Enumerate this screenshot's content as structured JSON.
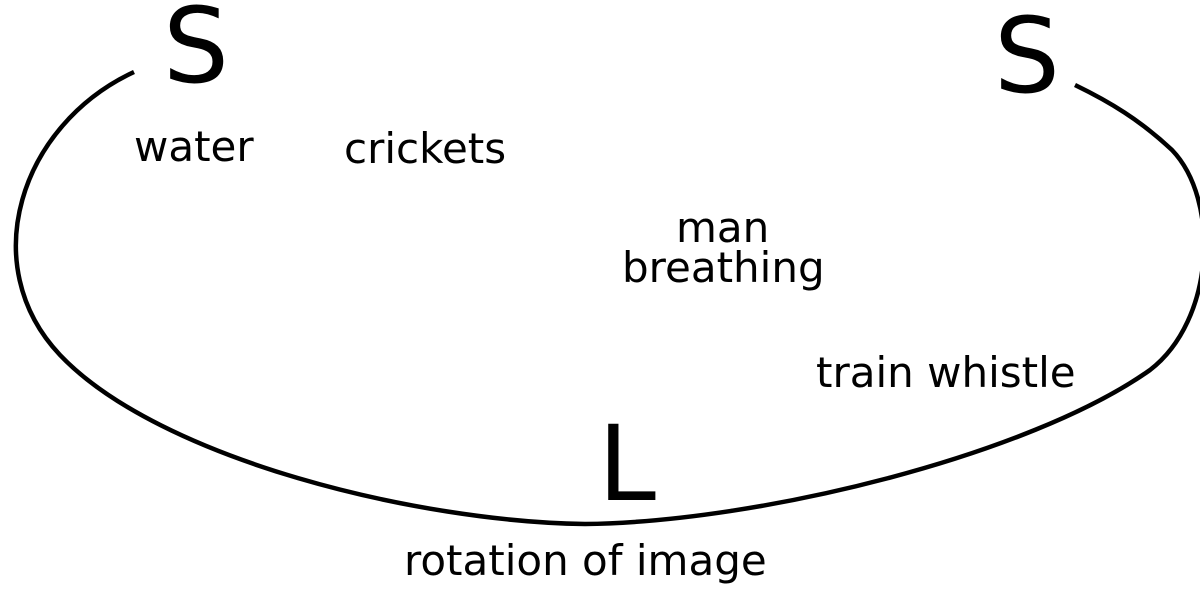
{
  "diagram": {
    "markers": {
      "s_left": "S",
      "s_right": "S",
      "l_bottom": "L"
    },
    "sounds": {
      "water": "water",
      "crickets": "crickets",
      "man": "man",
      "breathing": "breathing",
      "train_whistle": "train whistle"
    },
    "caption": "rotation of image"
  }
}
